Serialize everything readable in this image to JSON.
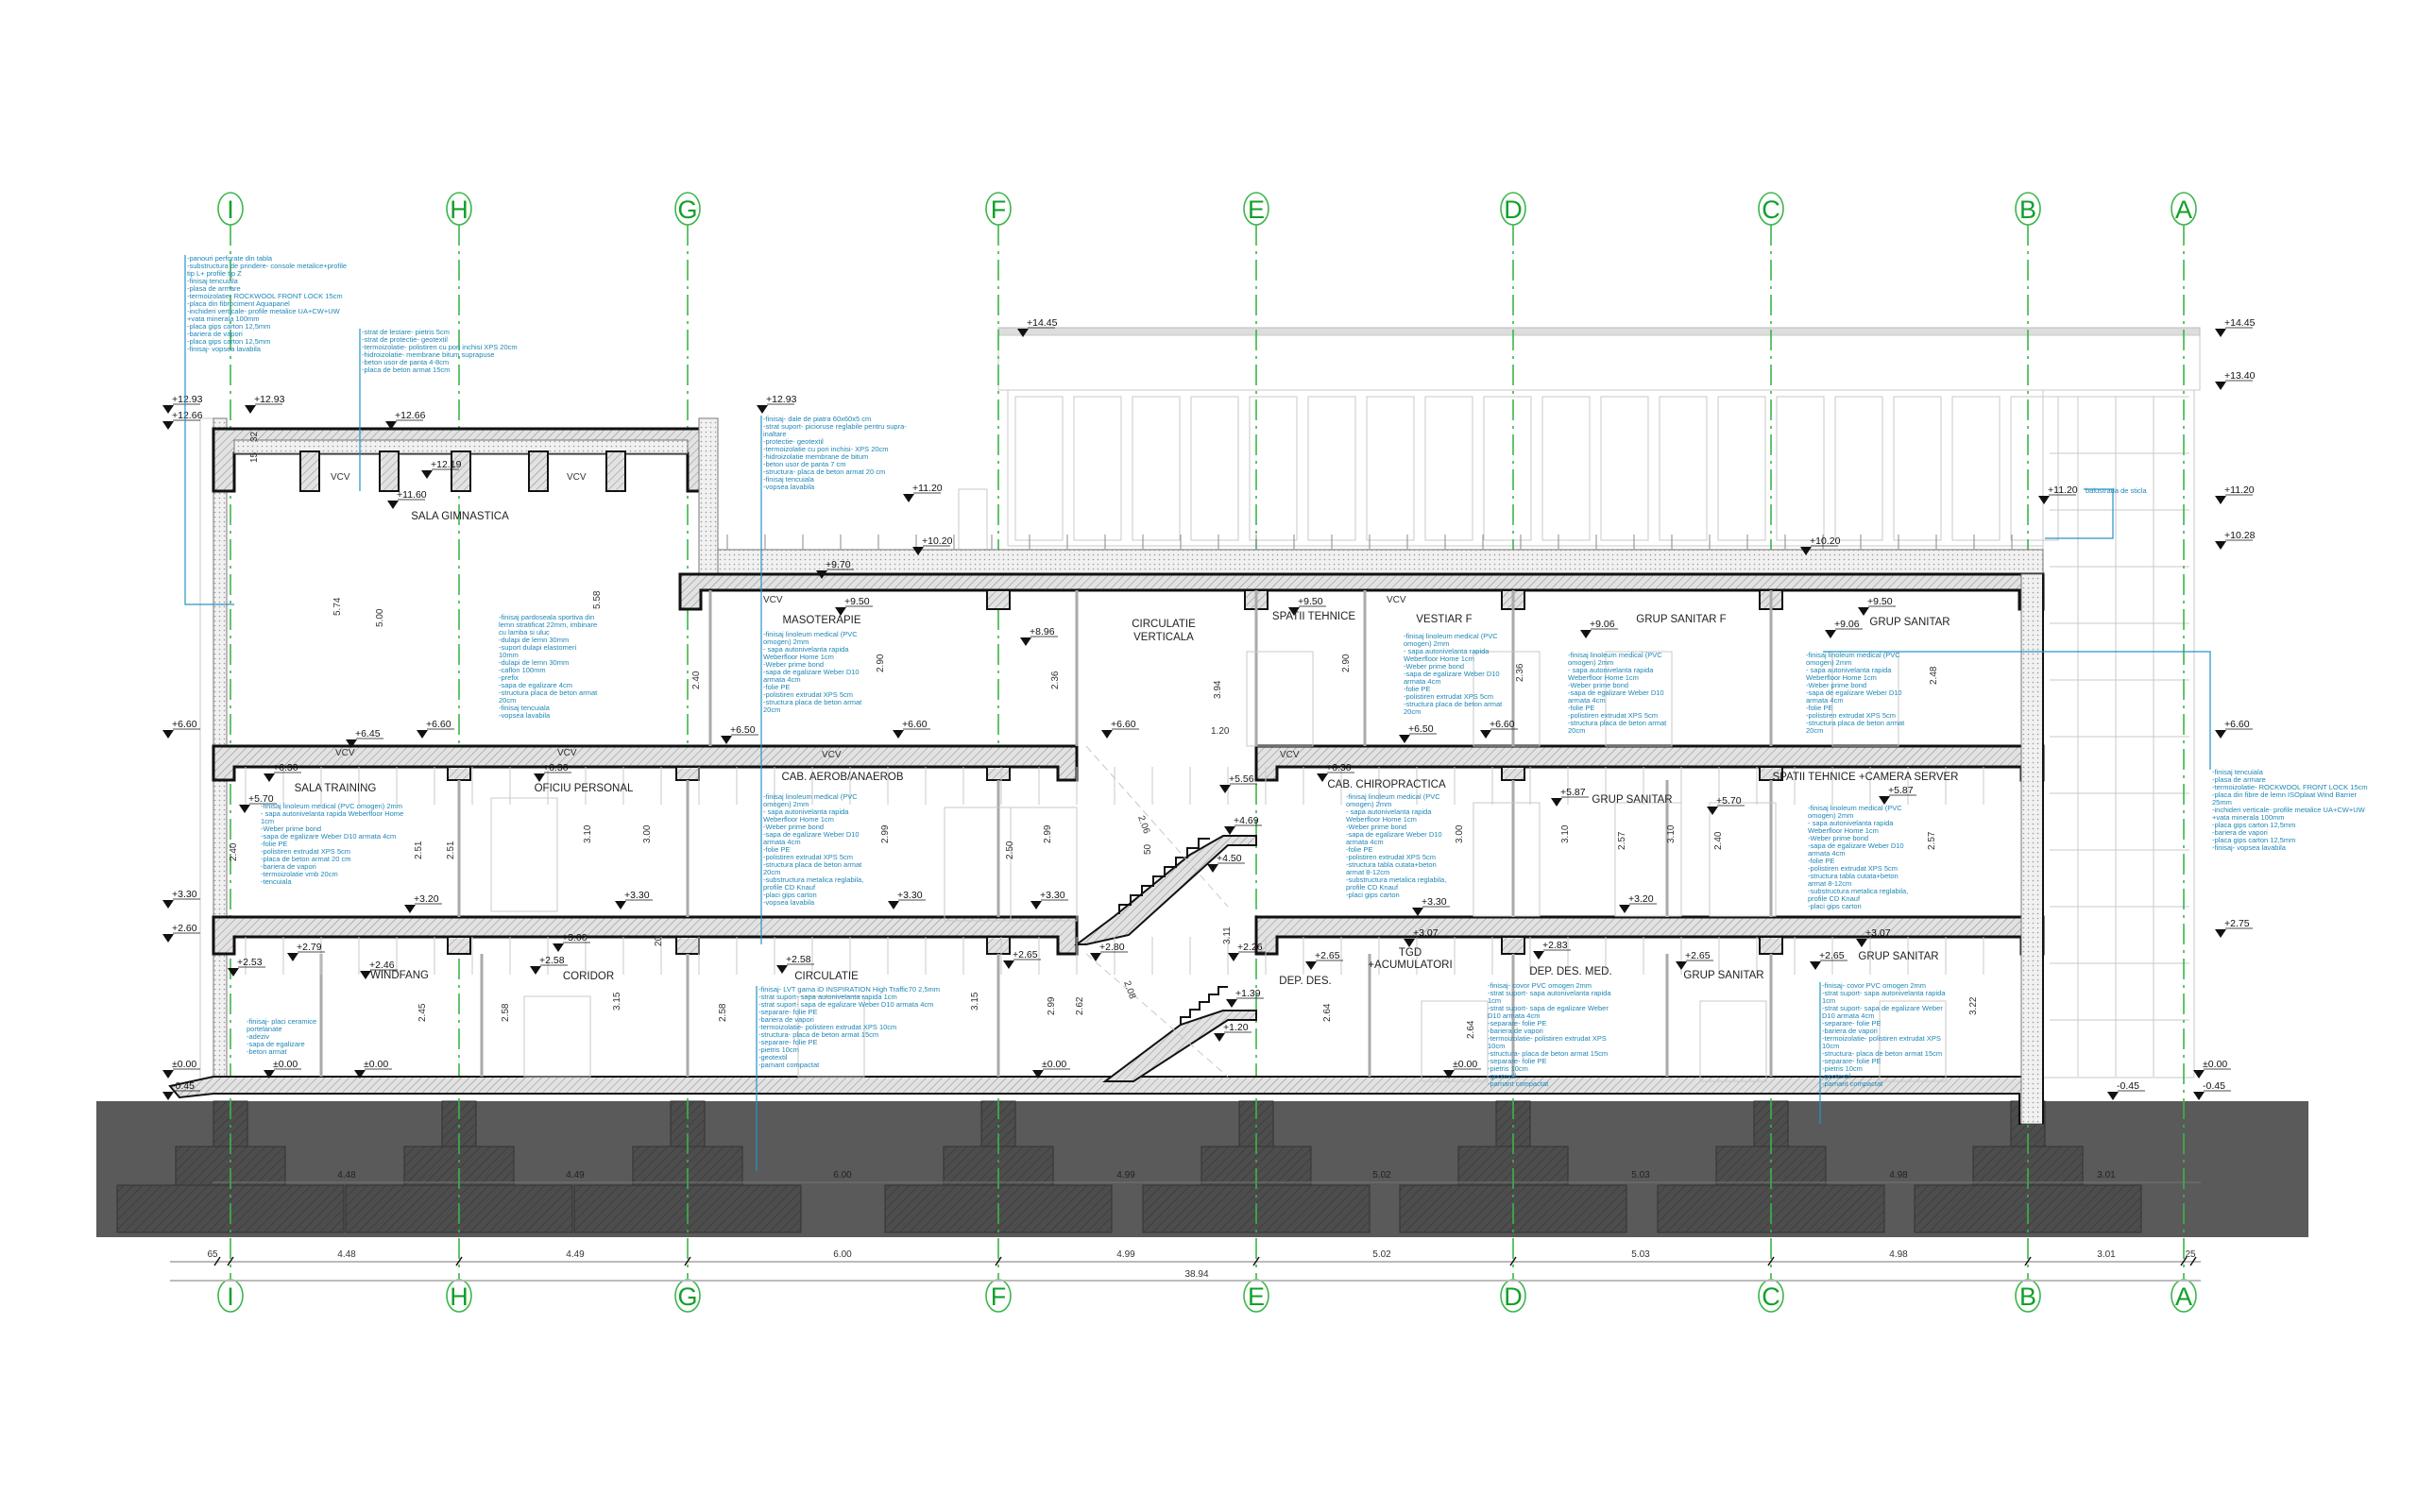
{
  "drawing": {
    "grid_axes": [
      "I",
      "H",
      "G",
      "F",
      "E",
      "D",
      "C",
      "B",
      "A"
    ],
    "dimensions": {
      "spans": [
        "65",
        "4.48",
        "4.49",
        "6.00",
        "4.99",
        "5.02",
        "5.03",
        "4.98",
        "3.01",
        "25"
      ],
      "total": "38.94"
    },
    "rooms": [
      "SALA GIMNASTICA",
      "MASOTERAPIE",
      "CIRCULATIE",
      "VERTICALA",
      "SPATII TEHNICE",
      "VESTIAR F",
      "GRUP SANITAR F",
      "GRUP SANITAR",
      "SALA TRAINING",
      "OFICIU PERSONAL",
      "CAB. AEROB/ANAEROB",
      "CAB. CHIROPRACTICA",
      "GRUP SANITAR",
      "SPATII TEHNICE +CAMERA SERVER",
      "WINDFANG",
      "CORIDOR",
      "CIRCULATIE",
      "DEP. DES.",
      "TGD",
      "+ACUMULATORI",
      "DEP. DES. MED.",
      "GRUP SANITAR",
      "GRUP SANITAR"
    ],
    "elevations": [
      "+14.45",
      "+14.45",
      "+13.40",
      "+12.93",
      "+12.93",
      "+12.93",
      "+12.66",
      "+12.66",
      "+12.19",
      "+11.60",
      "+11.20",
      "+11.20",
      "+11.20",
      "+10.20",
      "+10.20",
      "+10.28",
      "+9.70",
      "+9.50",
      "+9.50",
      "+9.50",
      "+8.96",
      "+9.06",
      "+9.06",
      "+6.60",
      "+6.60",
      "+6.60",
      "+6.60",
      "+6.60",
      "+6.60",
      "+6.45",
      "+6.50",
      "+6.50",
      "+6.30",
      "+6.30",
      "+6.30",
      "+5.70",
      "+5.70",
      "+5.87",
      "+5.87",
      "+5.56",
      "+4.69",
      "+4.50",
      "+3.30",
      "+3.30",
      "+3.30",
      "+3.30",
      "+3.30",
      "+3.20",
      "+3.20",
      "+2.75",
      "+2.60",
      "+2.79",
      "+3.00",
      "+3.07",
      "+3.07",
      "+2.53",
      "+2.46",
      "+2.58",
      "+2.58",
      "+2.65",
      "+2.65",
      "+2.65",
      "+2.65",
      "+2.80",
      "+2.83",
      "+2.26",
      "+1.39",
      "+1.20",
      "±0.00",
      "±0.00",
      "±0.00",
      "±0.00",
      "±0.00",
      "±0.00",
      "-0.45",
      "-0.45",
      "-0.45"
    ],
    "vertical_dims": [
      "5.74",
      "5.00",
      "5.58",
      "2.40",
      "2.90",
      "2.36",
      "3.94",
      "1.20",
      "2.90",
      "2.36",
      "2.48",
      "2.40",
      "2.51",
      "2.51",
      "3.10",
      "3.00",
      "2.99",
      "2.50",
      "2.99",
      "3.00",
      "3.10",
      "2.57",
      "3.10",
      "2.40",
      "2.57",
      "2.45",
      "2.58",
      "3.15",
      "2.58",
      "3.15",
      "2.99",
      "2.62",
      "2.64",
      "2.64",
      "3.22",
      "3.11",
      "2.06",
      "2.08",
      "32",
      "15",
      "20",
      "50"
    ],
    "notes": [
      {
        "lines": [
          "-panouri perforate din tabla",
          "-substructura de prindere- console metalice+profile",
          "tip L+ profile tip Z",
          "-finisaj tencuiala",
          "-plasa de armare",
          "-termoizolatie- ROCKWOOL FRONT LOCK 15cm",
          "-placa din fibrociment Aquapanel",
          "-inchideri verticale- profile metalice UA+CW+UW",
          "+vata minerala 100mm",
          "-placa gips carton 12,5mm",
          "-bariera de vapori",
          "-placa gips carton 12,5mm",
          "-finisaj- vopsea lavabila"
        ]
      },
      {
        "lines": [
          "-strat de lestare- pietris 5cm",
          "-strat de protectie- geotextil",
          "-termoizolatie- polistiren cu pori inchisi XPS 20cm",
          "-hidroizolatie- membrane bitum suprapuse",
          "-beton usor de panta 4-8cm",
          "-placa de beton armat 15cm"
        ]
      },
      {
        "lines": [
          "-finisaj- dale de piatra 60x60x5 cm",
          "-strat suport- picioruse reglabile pentru supra-",
          "inaltare",
          "-protectie- geotextil",
          "-termoizolatie cu pori inchisi- XPS 20cm",
          "-hidroizolatie membrane de bitum",
          "-beton usor de panta 7 cm",
          "-structura- placa de beton armat 20 cm",
          "-finisaj tencuiala",
          "-vopsea lavabila"
        ]
      },
      {
        "lines": [
          "-finisaj pardoseala sportiva din",
          "lemn stratificat 22mm, imbinare",
          "cu lamba si uluc",
          "-dulapi de lemn 30mm",
          "-suport dulapi elastomeri",
          "10mm",
          "-dulapi de lemn 30mm",
          "-caflon 100mm",
          "-prefix",
          "-sapa de egalizare 4cm",
          "-structura placa de beton armat",
          "20cm",
          "-finisaj tencuiala",
          "-vopsea lavabila"
        ]
      },
      {
        "lines": [
          "-finisaj linoleum medical (PVC",
          "omogen) 2mm",
          "- sapa autonivelanta rapida",
          "Weberfloor Home 1cm",
          "-Weber prime bond",
          "-sapa de egalizare Weber D10",
          "armata 4cm",
          "-folie PE",
          "-polistiren extrudat XPS 5cm",
          "-structura placa de beton armat",
          "20cm"
        ]
      },
      {
        "lines": [
          "-finisaj linoleum medical (PVC omogen) 2mm",
          "- sapa autonivelanta rapida Weberfloor Home",
          "1cm",
          "-Weber prime bond",
          "-sapa de egalizare Weber D10 armata 4cm",
          "-folie PE",
          "-polistiren extrudat XPS 5cm",
          "-placa de beton armat 20 cm",
          "-bariera de vapori",
          "-termoizolatie vmb  20cm",
          "-tencuiala"
        ]
      },
      {
        "lines": [
          "-finisaj linoleum medical (PVC",
          "omogen) 2mm",
          "- sapa autonivelanta rapida",
          "Weberfloor Home 1cm",
          "-Weber prime bond",
          "-sapa de egalizare Weber D10",
          "armata 4cm",
          "-folie PE",
          "-polistiren extrudat XPS 5cm",
          "-structura placa de beton armat",
          "20cm",
          "-substructura metalica reglabila,",
          "profile CD Knauf",
          "-placi gips carton",
          "-vopsea lavabila"
        ]
      },
      {
        "lines": [
          "-finisaj linoleum medical (PVC",
          "omogen) 2mm",
          "- sapa autonivelanta rapida",
          "Weberfloor Home 1cm",
          "-Weber prime bond",
          "-sapa de egalizare Weber D10",
          "armata 4cm",
          "-folie PE",
          "-polistiren extrudat XPS 5cm",
          "-structura tabla cutata+beton",
          "armat 8-12cm",
          "-substructura metalica reglabila,",
          "profile CD Knauf",
          "-placi gips carton"
        ]
      },
      {
        "lines": [
          "-finisaj linoleum medical (PVC",
          "omogen) 2mm",
          "- sapa autonivelanta rapida",
          "Weberfloor Home 1cm",
          "-Weber prime bond",
          "-sapa de egalizare Weber D10",
          "armata 4cm",
          "-folie PE",
          "-polistiren extrudat XPS 5cm",
          "-structura tabla cutata+beton",
          "armat 8-12cm",
          "-substructura metalica reglabila,",
          "profile CD Knauf",
          "-placi gips carton"
        ]
      },
      {
        "lines": [
          "-finisaj linoleum medical (PVC",
          "omogen) 2mm",
          "- sapa autonivelanta rapida",
          "Weberfloor Home 1cm",
          "-Weber prime bond",
          "-sapa de egalizare Weber D10",
          "armata 4cm",
          "-folie PE",
          "-polistiren extrudat XPS 5cm",
          "-structura placa de beton armat",
          "20cm"
        ]
      },
      {
        "lines": [
          "-finisaj linoleum medical (PVC",
          "omogen) 2mm",
          "- sapa autonivelanta rapida",
          "Weberfloor Home 1cm",
          "-Weber prime bond",
          "-sapa de egalizare Weber D10",
          "armata 4cm",
          "-folie PE",
          "-polistiren extrudat XPS 5cm",
          "-structura placa de beton armat",
          "20cm"
        ]
      },
      {
        "lines": [
          "-finisaj linoleum medical (PVC",
          "omogen) 2mm",
          "- sapa autonivelanta rapida",
          "Weberfloor Home 1cm",
          "-Weber prime bond",
          "-sapa de egalizare Weber D10",
          "armata 4cm",
          "-folie PE",
          "-polistiren extrudat XPS 5cm",
          "-structura placa de beton armat",
          "20cm"
        ]
      },
      {
        "lines": [
          "-finisaj tencuiala",
          "-plasa de armare",
          "-termoizolatie- ROCKWOOL FRONT LOCK 15cm",
          "-placa din fibre de lemn ISOplaat Wind Barrier",
          "25mm",
          "-inchideri verticale- profile metalice UA+CW+UW",
          "+vata minerala 100mm",
          "-placa gips carton 12,5mm",
          "-bariera de vapori",
          "-placa gips carton 12,5mm",
          "-finisaj- vopsea lavabila"
        ]
      },
      {
        "lines": [
          "-finisaj- LVT gama iD INSPIRATION High Traffic70 2,5mm",
          "-strat suport- sapa autonivelanta rapida 1cm",
          "-strat suport- sapa de egalizare Weber D10 armata 4cm",
          "-separare- folie PE",
          "-bariera de vapori",
          "-termoizolatie- polistiren extrudat XPS 10cm",
          "-structura- placa de beton armat 15cm",
          "-separare- folie PE",
          "-pietris 10cm",
          "-geotextil",
          "-pamant compactat"
        ]
      },
      {
        "lines": [
          "-finisaj- placi ceramice",
          "portelanate",
          "-adeziv",
          "-sapa de egalizare",
          "-beton armat"
        ]
      },
      {
        "lines": [
          "-finisaj- covor PVC omogen 2mm",
          "-strat suport- sapa autonivelanta rapida",
          "1cm",
          "-strat suport- sapa de egalizare Weber",
          "D10 armata 4cm",
          "-separare- folie PE",
          "-bariera de vapori",
          "-termoizolatie- polistiren extrudat XPS",
          "10cm",
          "-structura- placa de beton armat 15cm",
          "-separare- folie PE",
          "-pietris 10cm",
          "-geotextil",
          "-pamant compactat"
        ]
      },
      {
        "lines": [
          "-finisaj- covor PVC omogen 2mm",
          "-strat suport- sapa autonivelanta rapida",
          "1cm",
          "-strat suport- sapa de egalizare Weber",
          "D10 armata 4cm",
          "-separare- folie PE",
          "-bariera de vapori",
          "-termoizolatie- polistiren extrudat XPS",
          "10cm",
          "-structura- placa de beton armat 15cm",
          "-separare- folie PE",
          "-pietris 10cm",
          "-geotextil",
          "-pamant compactat"
        ]
      },
      {
        "lines": [
          "balustrada de sticla"
        ]
      }
    ],
    "ceiling_tags": [
      "VCV",
      "VCV",
      "VCV",
      "VCV",
      "VCV",
      "VCV",
      "VCV",
      "VCV"
    ]
  },
  "colors": {
    "grid": "#3bb54a",
    "notes": "#1f86b5",
    "foundation": "#5a5a5a"
  }
}
